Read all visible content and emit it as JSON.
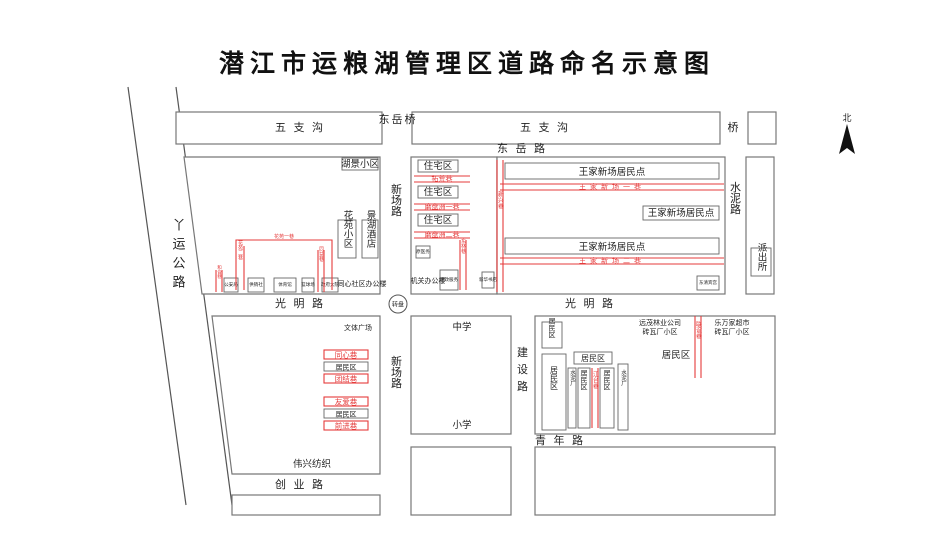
{
  "title": "潜江市运粮湖管理区道路命名示意图",
  "compass": {
    "label": "北"
  },
  "roads": {
    "wuzhigou_left": "五 支 沟",
    "wuzhigou_right": "五 支 沟",
    "dongyueqiao": "东岳桥",
    "qiao_right": "桥",
    "dongyue_lu": "东 岳 路",
    "xinchang_lu_top": "新场路",
    "xinchang_lu_bottom": "新场路",
    "shuini_lu": "水泥路",
    "guangming_lu_left": "光 明 路",
    "guangming_lu_right": "光 明 路",
    "yayun_gonglu": "丫运公路",
    "jianshe_lu": "建设路",
    "qingnian_lu": "青 年 路",
    "chuangye_lu": "创 业 路",
    "roundabout": "转盘"
  },
  "labels": {
    "wangjia_1": "王家新场居民点",
    "wangjia_2": "王家新场居民点",
    "wangjia_3": "王家新场居民点",
    "zhuzhai_1": "住宅区",
    "zhuzhai_2": "住宅区",
    "zhuzhai_3": "住宅区",
    "hujing": "湖景小区",
    "huayuan": "花苑小区",
    "jinghu_hotel": "景湖酒店",
    "paichusuo": "派出所",
    "dongqing_hotel": "东清宾宫",
    "zhongxue": "中学",
    "xiaoxue": "小学",
    "weixing": "伟兴纺织",
    "juminqu_r1": "居民区",
    "juminqu_r2": "居民区",
    "juminqu_r3": "居民区",
    "juminqu_r4": "居民区",
    "juminqu_r5": "居民区",
    "juminqu_r6": "居民区",
    "juminqu_l1": "居民区",
    "juminqu_l2": "居民区",
    "shuini_fang_1": "水泥厂",
    "shuini_fang_2": "水泥厂",
    "yuanmao": "远茂林业公司",
    "zhuanwachang_1": "砖瓦厂小区",
    "lewanjia": "乐万家超市",
    "zhuanwachang_2": "砖瓦厂小区",
    "wenhua_square": "文体广场",
    "tongxin_office": "同心社区办公楼",
    "jidi_office": "机关办公楼",
    "gonganju": "公安局",
    "gongxiaoshe": "供销社",
    "tiyu": "体育馆",
    "lanqiu": "篮球场",
    "shifu": "政府大院",
    "yuanyiwu": "原医务",
    "jiazhenfu": "家政服务",
    "xinhua": "新华书店"
  },
  "lanes": {
    "tuohuang": "拓荒巷",
    "moupan_1": "磨盘洲一巷",
    "moupan_2": "磨盘洲二巷",
    "wangjia_1": "王家新场一巷",
    "wangjia_2": "王家新场二巷",
    "xinxing": "新兴巷",
    "tongxin": "同心巷",
    "tuanjie": "团结巷",
    "youai": "友爱巷",
    "qianjin": "前进巷",
    "jiangtai": "江台巷",
    "lianyi": "联谊巷",
    "huayuan_1": "花苑一巷",
    "huayuan_2": "花苑二巷",
    "hehe": "和合巷",
    "tongyi": "同益巷",
    "donglin": "东林巷"
  }
}
